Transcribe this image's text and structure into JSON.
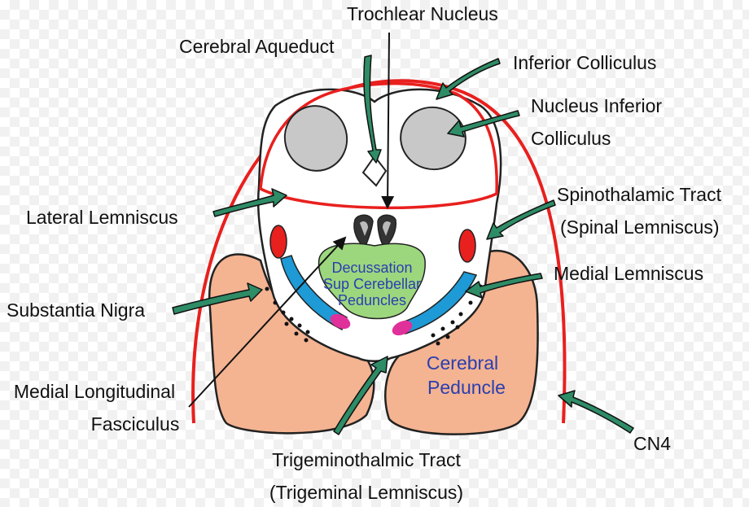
{
  "labels": {
    "trochlear_nucleus": "Trochlear Nucleus",
    "cerebral_aqueduct": "Cerebral Aqueduct",
    "inferior_colliculus": "Inferior Colliculus",
    "nucleus_inferior_colliculus_1": "Nucleus Inferior",
    "nucleus_inferior_colliculus_2": "Colliculus",
    "spinothalamic_1": "Spinothalamic Tract",
    "spinothalamic_2": "(Spinal Lemniscus)",
    "lateral_lemniscus": "Lateral Lemniscus",
    "medial_lemniscus": "Medial Lemniscus",
    "substantia_nigra": "Substantia Nigra",
    "mlf_1": "Medial Longitudinal",
    "mlf_2": "Fasciculus",
    "trigeminothalmic_1": "Trigeminothalmic Tract",
    "trigeminothalmic_2": "(Trigeminal Lemniscus)",
    "cn4": "CN4",
    "decussation_1": "Decussation",
    "decussation_2": "Sup Cerebellar",
    "decussation_3": "Peduncles",
    "cerebral_peduncle_1": "Cerebral",
    "cerebral_peduncle_2": "Peduncle"
  },
  "colors": {
    "outline_red": "#e8201e",
    "peduncle_fill": "#f4b391",
    "colliculus_gray": "#c8c8c8",
    "decussation_green": "#9cd77e",
    "decussation_text": "#2a3fb0",
    "medial_lemniscus_blue": "#1e9ad6",
    "spinothalamic_red": "#e8201e",
    "trigeminal_magenta": "#e0309a",
    "arrow_green": "#2e8c66",
    "text": "#111111"
  }
}
